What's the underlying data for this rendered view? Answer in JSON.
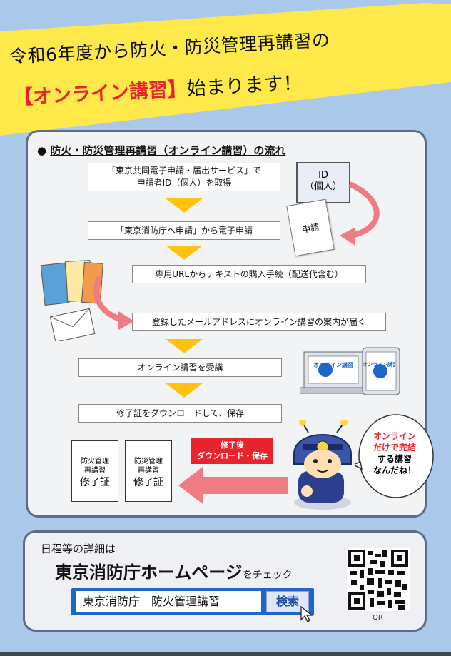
{
  "headline": {
    "line1": "令和6年度から防火・防災管理再講習の",
    "line2_red": "【オンライン講習】",
    "line2_rest": "始まります！"
  },
  "flow": {
    "title_bullet": "●",
    "title": "防火・防災管理再講習（オンライン講習）の流れ",
    "steps": [
      {
        "line1": "「東京共同電子申請・届出サービス」で",
        "line2": "申請者ID（個人）を取得"
      },
      {
        "line1": "「東京消防庁へ申請」から電子申請",
        "line2": ""
      },
      {
        "line1": "専用URLからテキストの購入手続（配送代含む）",
        "line2": ""
      },
      {
        "line1": "登録したメールアドレスにオンライン講習の案内が届く",
        "line2": ""
      },
      {
        "line1": "オンライン講習を受講",
        "line2": ""
      },
      {
        "line1": "修了証をダウンロードして、保存",
        "line2": ""
      }
    ],
    "id_box": {
      "line1": "ID",
      "line2": "（個人）"
    },
    "application_doc": "申請",
    "screen_label": "オンライン講習",
    "certificates": [
      {
        "line1": "防火管理",
        "line2": "再講習",
        "line3": "修了証"
      },
      {
        "line1": "防災管理",
        "line2": "再講習",
        "line3": "修了証"
      }
    ],
    "download_badge": {
      "line1": "修了後",
      "line2": "ダウンロード・保存"
    },
    "speech": {
      "line1": "オンライン",
      "line2": "だけで完結",
      "line3": "する講習",
      "line4": "なんだね！"
    }
  },
  "info": {
    "line1": "日程等の詳細は",
    "main": "東京消防庁ホームページ",
    "suffix": "をチェック",
    "search_value": "東京消防庁　防火管理講習",
    "search_button": "検索",
    "qr_label": "QR"
  },
  "colors": {
    "red": "#e8232b",
    "yellow": "#ffe94a",
    "arrow": "#ffc20e",
    "blue": "#1f66c9",
    "background": "#a9c8ea"
  }
}
